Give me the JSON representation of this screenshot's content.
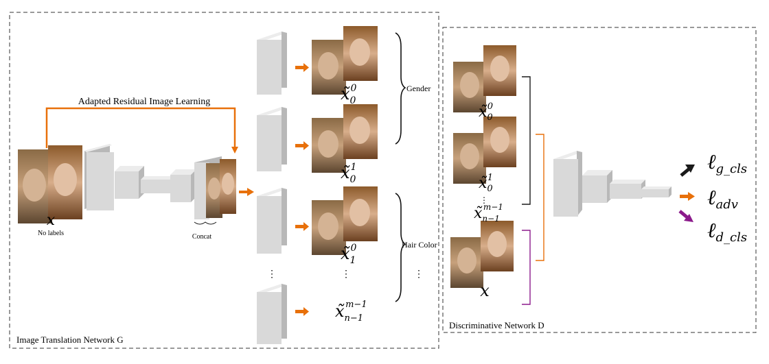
{
  "generator": {
    "title": "Image Translation Network G",
    "residual_label": "Adapted Residual Image Learning",
    "input_symbol": "x",
    "input_note": "No labels",
    "concat_label": "Concat",
    "outputs": [
      {
        "base": "x̃",
        "sub": "0",
        "sup": "0"
      },
      {
        "base": "x̃",
        "sub": "0",
        "sup": "1"
      },
      {
        "base": "x̃",
        "sub": "1",
        "sup": "0"
      },
      {
        "base": "x̃",
        "sub": "n−1",
        "sup": "m−1"
      }
    ],
    "groups": [
      "Gender",
      "Hair Color"
    ],
    "ellipsis": "⋮"
  },
  "discriminator": {
    "title": "Discriminative Network D",
    "inputs": [
      {
        "base": "x̃",
        "sub": "0",
        "sup": "0"
      },
      {
        "base": "x̃",
        "sub": "0",
        "sup": "1"
      },
      {
        "base": "x̃",
        "sub": "n−1",
        "sup": "m−1"
      },
      {
        "base": "x",
        "sub": "",
        "sup": ""
      }
    ],
    "losses": [
      {
        "main": "ℓ",
        "sub": "g_cls",
        "arrow_color": "#1a1a1a"
      },
      {
        "main": "ℓ",
        "sub": "adv",
        "arrow_color": "#e8700a"
      },
      {
        "main": "ℓ",
        "sub": "d_cls",
        "arrow_color": "#8b1a8b"
      }
    ]
  },
  "colors": {
    "arrow_orange": "#e8700a",
    "bracket_orange": "#e8700a",
    "bracket_purple": "#8b1a8b",
    "bracket_black": "#1a1a1a",
    "block_front": "#d9d9d9",
    "block_side": "#b8b8b8",
    "block_top": "#ececec"
  }
}
